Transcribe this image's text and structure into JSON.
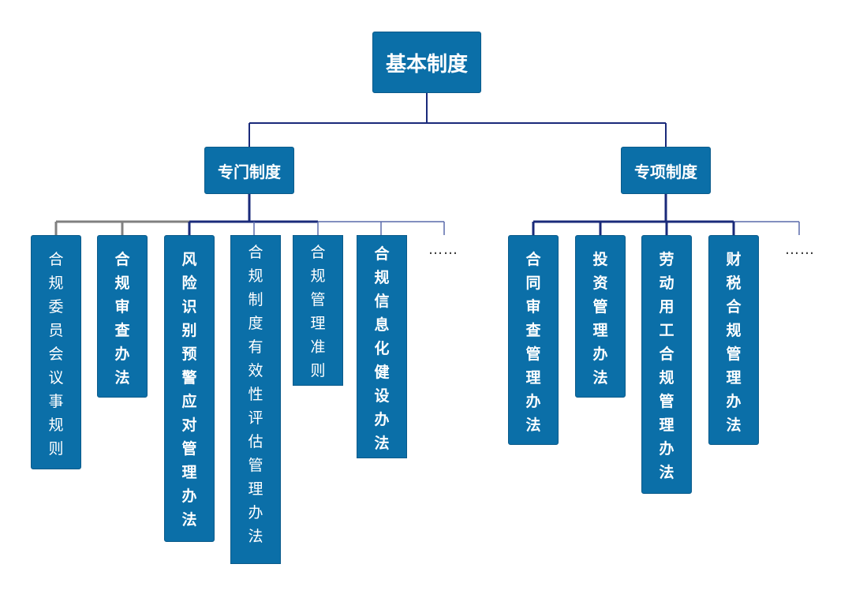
{
  "root": {
    "label": "基本制度"
  },
  "categories": [
    {
      "label": "专门制度"
    },
    {
      "label": "专项制度"
    }
  ],
  "left_items": [
    {
      "label": "合规委员会议事规则"
    },
    {
      "label": "合规审查办法"
    },
    {
      "label": "风险识别预警应对管理办法"
    },
    {
      "label": "合规制度有效性评估管理办法"
    },
    {
      "label": "合规管理准则"
    },
    {
      "label": "合规信息化健设办法"
    }
  ],
  "right_items": [
    {
      "label": "合同审查管理办法"
    },
    {
      "label": "投资管理办法"
    },
    {
      "label": "劳动用工合规管理办法"
    },
    {
      "label": "财税合规管理办法"
    }
  ],
  "ellipsis": "……",
  "colors": {
    "box": "#0b6fa8",
    "line_dark": "#1a2a7a",
    "line_gray": "#808080",
    "line_light": "#5a6aaa"
  }
}
